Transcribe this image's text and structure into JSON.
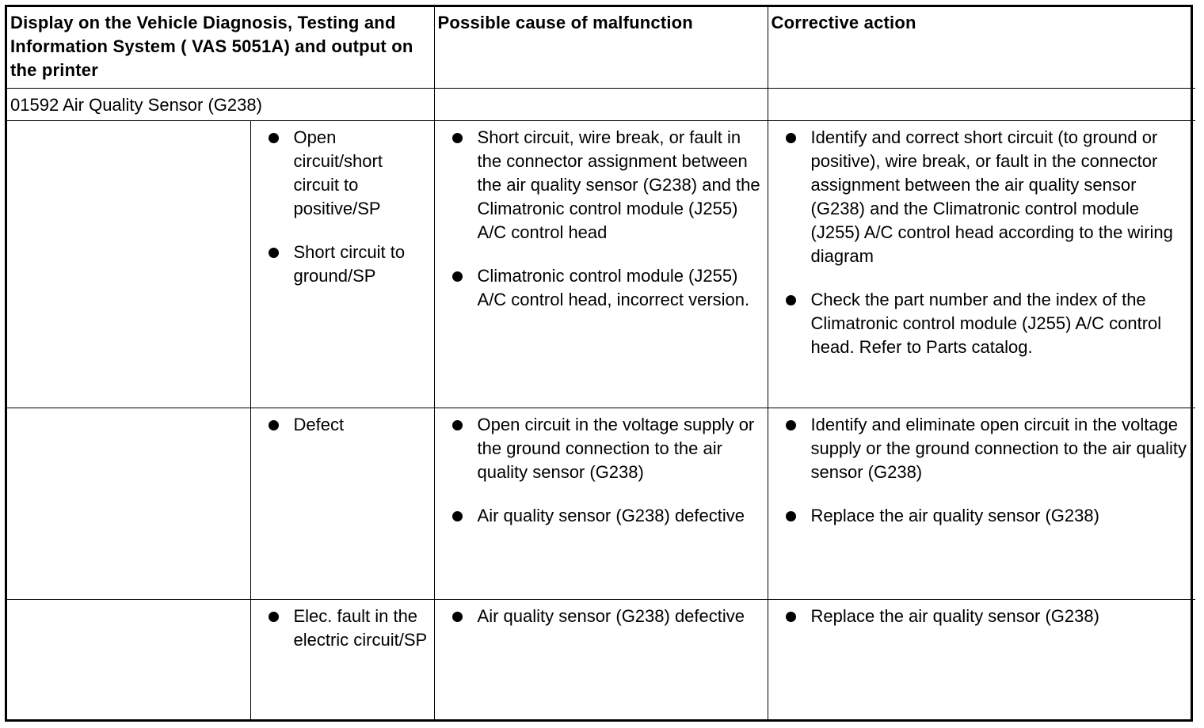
{
  "table": {
    "headers": {
      "display": "Display on the Vehicle Diagnosis, Testing and Information System ( VAS 5051A) and output on the printer",
      "cause": "Possible cause of malfunction",
      "action": "Corrective action"
    },
    "code_row": {
      "code": "01592 Air Quality Sensor (G238)"
    },
    "rows": [
      {
        "display": [
          "Open circuit/short circuit to positive/SP",
          "Short circuit to ground/SP"
        ],
        "causes": [
          "Short circuit, wire break, or fault in the connector assignment between the air quality sensor (G238) and the Climatronic control module (J255) A/C control head",
          "Climatronic control module (J255) A/C control head, incorrect version."
        ],
        "actions": [
          "Identify and correct short circuit (to ground or positive), wire break, or fault in the connector assignment between the air quality sensor (G238) and the Climatronic control module (J255) A/C control head according to the wiring diagram",
          "Check the part number and the index of the Climatronic control module (J255) A/C control head. Refer to Parts catalog."
        ]
      },
      {
        "display": [
          "Defect"
        ],
        "causes": [
          "Open circuit in the voltage supply or the ground connection to the air quality sensor (G238)",
          "Air quality sensor (G238) defective"
        ],
        "actions": [
          "Identify and eliminate open circuit in the voltage supply or the ground connection to the air quality sensor (G238)",
          "Replace the air quality sensor (G238)"
        ]
      },
      {
        "display": [
          "Elec. fault in the electric circuit/SP"
        ],
        "causes": [
          "Air quality sensor (G238) defective"
        ],
        "actions": [
          "Replace the air quality sensor (G238)"
        ]
      }
    ]
  }
}
